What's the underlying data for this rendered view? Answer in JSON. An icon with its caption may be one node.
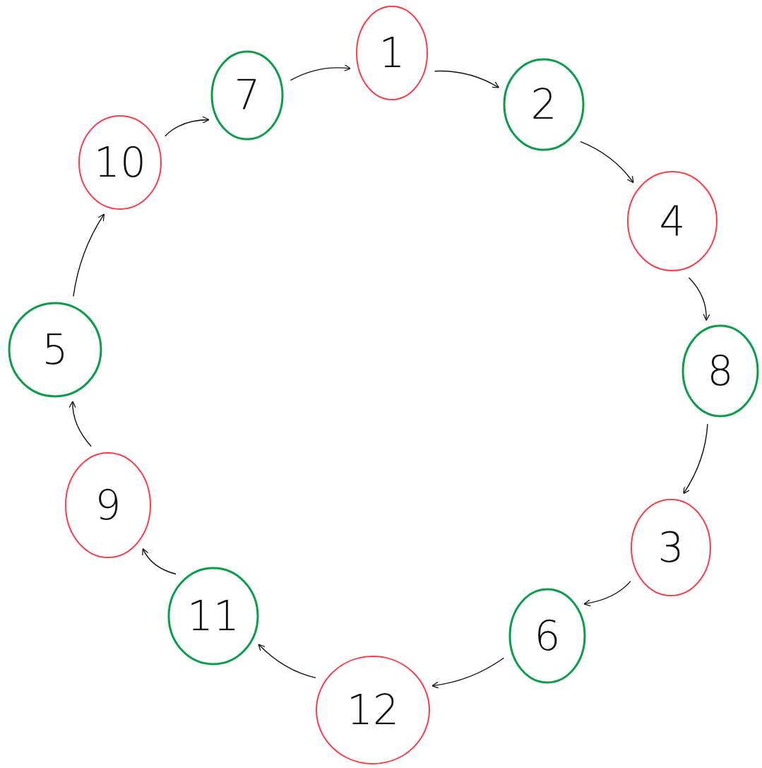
{
  "diagram": {
    "nodes": [
      {
        "text": [
          "1"
        ]
      },
      {
        "text": [
          "2"
        ]
      },
      {
        "text": [
          "4"
        ]
      },
      {
        "text": [
          "8"
        ]
      },
      {
        "text": [
          "3"
        ]
      },
      {
        "text": [
          "6"
        ]
      },
      {
        "text": [
          "12"
        ]
      },
      {
        "text": [
          "11"
        ]
      },
      {
        "text": [
          "9"
        ]
      },
      {
        "text": [
          "5"
        ]
      },
      {
        "text": [
          "10"
        ]
      },
      {
        "text": [
          "7"
        ]
      }
    ],
    "edges": [
      {
        "from": 0,
        "to": 1,
        "arrow": "to"
      },
      {
        "from": 1,
        "to": 2,
        "arrow": "to"
      },
      {
        "from": 2,
        "to": 3,
        "arrow": "to"
      },
      {
        "from": 3,
        "to": 4,
        "arrow": "to"
      },
      {
        "from": 4,
        "to": 5,
        "arrow": "to"
      },
      {
        "from": 5,
        "to": 6,
        "arrow": "to"
      },
      {
        "from": 6,
        "to": 7,
        "arrow": "to"
      },
      {
        "from": 7,
        "to": 8,
        "arrow": "to"
      },
      {
        "from": 8,
        "to": 9,
        "arrow": "to"
      },
      {
        "from": 9,
        "to": 10,
        "arrow": "to"
      },
      {
        "from": 10,
        "to": 11,
        "arrow": "to"
      },
      {
        "from": 11,
        "to": 0,
        "arrow": "to"
      }
    ]
  }
}
